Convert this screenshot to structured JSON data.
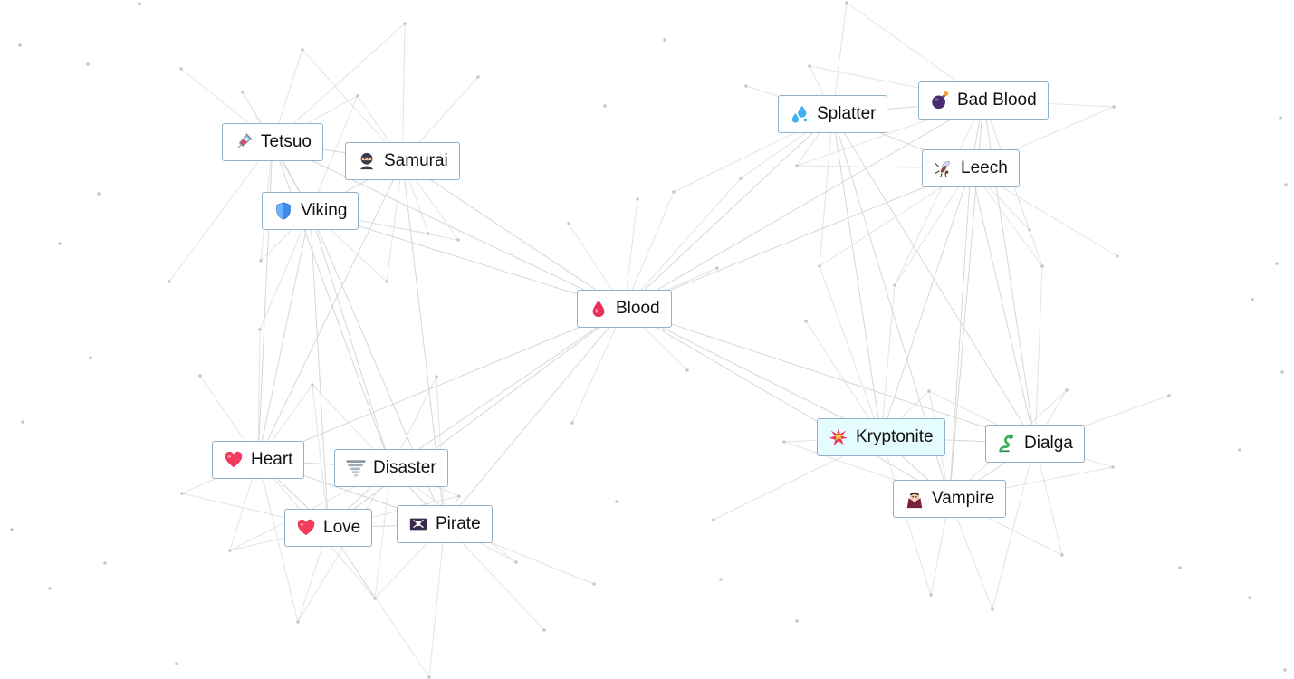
{
  "graph": {
    "nodes": [
      {
        "id": "tetsuo",
        "label": "Tetsuo",
        "icon": "syringe-icon",
        "selected": false
      },
      {
        "id": "samurai",
        "label": "Samurai",
        "icon": "ninja-icon",
        "selected": false
      },
      {
        "id": "viking",
        "label": "Viking",
        "icon": "shield-icon",
        "selected": false
      },
      {
        "id": "blood",
        "label": "Blood",
        "icon": "drop-of-blood-icon",
        "selected": false
      },
      {
        "id": "splatter",
        "label": "Splatter",
        "icon": "sweat-droplets-icon",
        "selected": false
      },
      {
        "id": "bad-blood",
        "label": "Bad Blood",
        "icon": "bomb-icon",
        "selected": false
      },
      {
        "id": "leech",
        "label": "Leech",
        "icon": "mosquito-icon",
        "selected": false
      },
      {
        "id": "heart",
        "label": "Heart",
        "icon": "heart-icon",
        "selected": false
      },
      {
        "id": "disaster",
        "label": "Disaster",
        "icon": "tornado-icon",
        "selected": false
      },
      {
        "id": "love",
        "label": "Love",
        "icon": "heart-icon",
        "selected": false
      },
      {
        "id": "pirate",
        "label": "Pirate",
        "icon": "pirate-flag-icon",
        "selected": false
      },
      {
        "id": "kryptonite",
        "label": "Kryptonite",
        "icon": "collision-icon",
        "selected": true
      },
      {
        "id": "dialga",
        "label": "Dialga",
        "icon": "dragon-icon",
        "selected": false
      },
      {
        "id": "vampire",
        "label": "Vampire",
        "icon": "vampire-icon",
        "selected": false
      }
    ],
    "edges": [
      [
        "blood",
        "tetsuo"
      ],
      [
        "blood",
        "samurai"
      ],
      [
        "blood",
        "viking"
      ],
      [
        "blood",
        "splatter"
      ],
      [
        "blood",
        "bad-blood"
      ],
      [
        "blood",
        "leech"
      ],
      [
        "blood",
        "heart"
      ],
      [
        "blood",
        "disaster"
      ],
      [
        "blood",
        "love"
      ],
      [
        "blood",
        "pirate"
      ],
      [
        "blood",
        "kryptonite"
      ],
      [
        "blood",
        "dialga"
      ],
      [
        "blood",
        "vampire"
      ],
      [
        "tetsuo",
        "samurai"
      ],
      [
        "tetsuo",
        "viking"
      ],
      [
        "samurai",
        "viking"
      ],
      [
        "tetsuo",
        "heart"
      ],
      [
        "tetsuo",
        "disaster"
      ],
      [
        "samurai",
        "heart"
      ],
      [
        "samurai",
        "pirate"
      ],
      [
        "viking",
        "heart"
      ],
      [
        "viking",
        "disaster"
      ],
      [
        "viking",
        "love"
      ],
      [
        "viking",
        "pirate"
      ],
      [
        "heart",
        "disaster"
      ],
      [
        "heart",
        "love"
      ],
      [
        "heart",
        "pirate"
      ],
      [
        "disaster",
        "love"
      ],
      [
        "disaster",
        "pirate"
      ],
      [
        "love",
        "pirate"
      ],
      [
        "splatter",
        "bad-blood"
      ],
      [
        "splatter",
        "leech"
      ],
      [
        "bad-blood",
        "leech"
      ],
      [
        "splatter",
        "kryptonite"
      ],
      [
        "splatter",
        "vampire"
      ],
      [
        "splatter",
        "dialga"
      ],
      [
        "leech",
        "kryptonite"
      ],
      [
        "leech",
        "vampire"
      ],
      [
        "leech",
        "dialga"
      ],
      [
        "bad-blood",
        "vampire"
      ],
      [
        "bad-blood",
        "dialga"
      ],
      [
        "kryptonite",
        "dialga"
      ],
      [
        "kryptonite",
        "vampire"
      ],
      [
        "dialga",
        "vampire"
      ]
    ]
  },
  "colors": {
    "background": "#ffffff",
    "node_border": "#8fb1c9",
    "node_selected_bg": "#e4fcfd",
    "edge": "#d6d6d6",
    "dot": "#c8c8c8",
    "text": "#111111"
  }
}
